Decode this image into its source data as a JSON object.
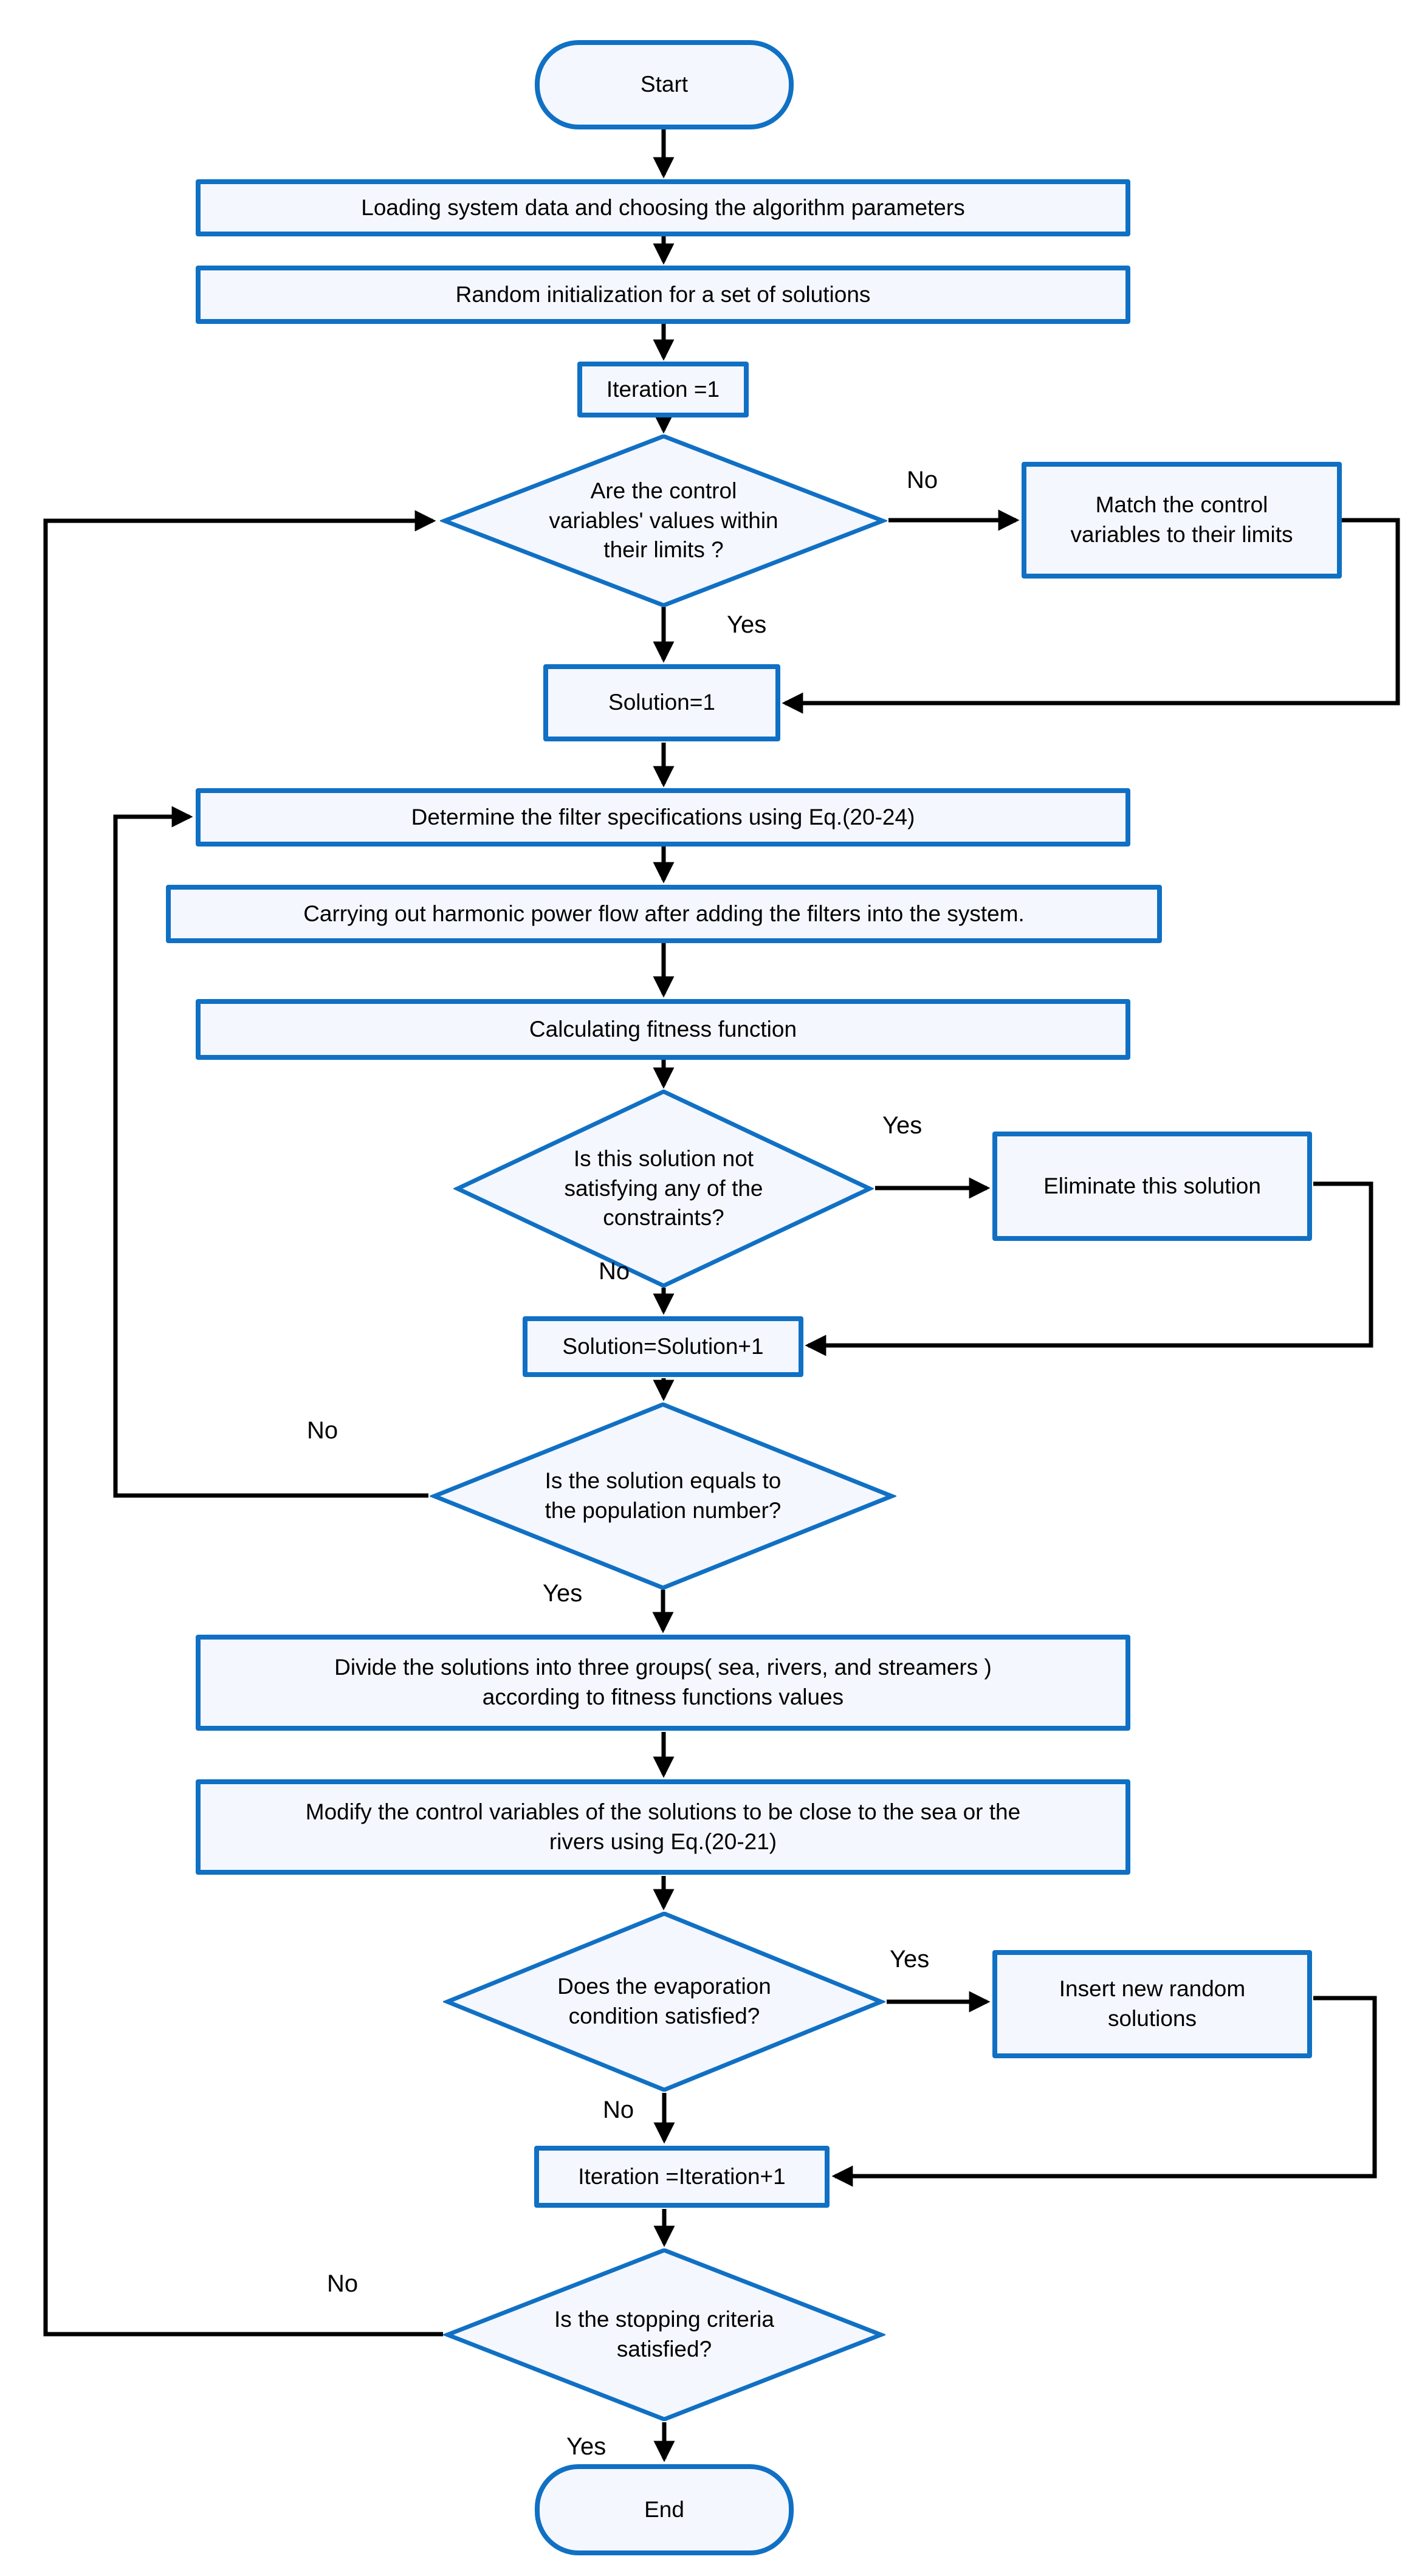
{
  "figure": {
    "type": "flowchart",
    "background": "#ffffff"
  },
  "palette": {
    "node_border": "#1070c4",
    "node_fill": "#f4f7fd",
    "connector": "#000000",
    "text": "#000000"
  },
  "nodes": {
    "start": {
      "label": "Start"
    },
    "load": {
      "label": "Loading system data and choosing the algorithm parameters"
    },
    "init": {
      "label": "Random initialization for a set of solutions"
    },
    "iter1": {
      "label": "Iteration =1"
    },
    "d1": {
      "label": "Are the control\nvariables' values  within\ntheir limits ?"
    },
    "match": {
      "label": "Match the control\nvariables to their limits"
    },
    "sol1": {
      "label": "Solution=1"
    },
    "determine": {
      "label": "Determine the filter specifications using Eq.(20-24)"
    },
    "harmonic": {
      "label": "Carrying out harmonic power flow after adding the filters into the system."
    },
    "fitness": {
      "label": "Calculating fitness function"
    },
    "d2": {
      "label": "Is this solution not\nsatisfying any of the\nconstraints?"
    },
    "eliminate": {
      "label": "Eliminate this solution"
    },
    "solplus": {
      "label": "Solution=Solution+1"
    },
    "d3": {
      "label": "Is the solution equals to\nthe population number?"
    },
    "divide": {
      "label": "Divide the solutions into three groups( sea,  rivers, and streamers )\naccording to fitness functions values"
    },
    "modify": {
      "label": "Modify the control variables of the solutions to be close to the sea or the\nrivers  using Eq.(20-21)"
    },
    "d4": {
      "label": "Does the evaporation\ncondition satisfied?"
    },
    "insert": {
      "label": "Insert new random\nsolutions"
    },
    "iterplus": {
      "label": "Iteration =Iteration+1"
    },
    "d5": {
      "label": "Is the stopping criteria\nsatisfied?"
    },
    "end": {
      "label": "End"
    }
  },
  "labels": {
    "d1_no": "No",
    "d1_yes": "Yes",
    "d2_yes": "Yes",
    "d2_no": "No",
    "d3_no": "No",
    "d3_yes": "Yes",
    "d4_yes": "Yes",
    "d4_no": "No",
    "d5_no": "No",
    "d5_yes": "Yes"
  }
}
